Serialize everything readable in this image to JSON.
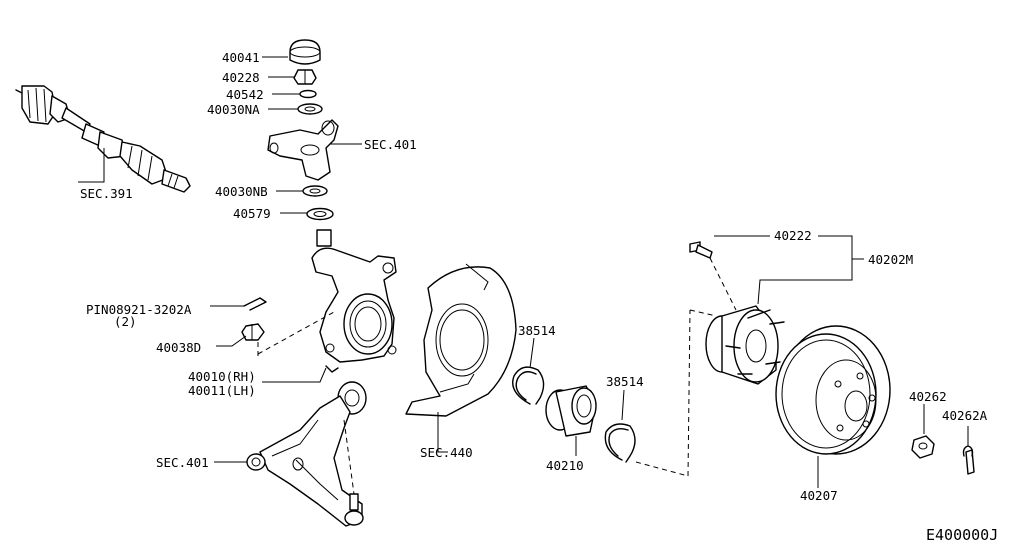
{
  "diagram": {
    "code": "E400000J",
    "labels": {
      "l40041": "40041",
      "l40228": "40228",
      "l40542": "40542",
      "l40030NA": "40030NA",
      "lsec401a": "SEC.401",
      "l40030NB": "40030NB",
      "l40579": "40579",
      "lsec391": "SEC.391",
      "lpin": "PIN08921-3202A",
      "lpin_qty": "(2)",
      "l40038D": "40038D",
      "l40010": "40010(RH)",
      "l40011": "40011(LH)",
      "lsec401b": "SEC.401",
      "lsec440": "SEC.440",
      "l38514a": "38514",
      "l40210": "40210",
      "l38514b": "38514",
      "l40222": "40222",
      "l40202M": "40202M",
      "l40262": "40262",
      "l40262A": "40262A",
      "l40207": "40207"
    }
  }
}
